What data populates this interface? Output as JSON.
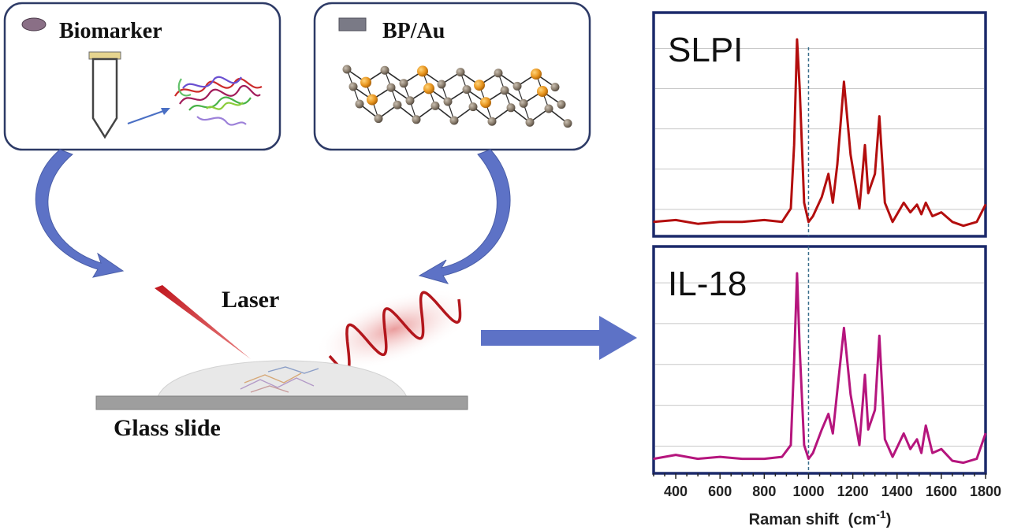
{
  "left_panel": {
    "biomarker_label": "Biomarker",
    "bpau_label": "BP/Au",
    "laser_label": "Laser",
    "slide_label": "Glass slide"
  },
  "chart_data": [
    {
      "type": "line",
      "title": "SLPI",
      "color": "#b30e0e",
      "xlim": [
        300,
        1800
      ],
      "grid": "horizontal",
      "reference_line_x": 1000,
      "x": [
        300,
        400,
        500,
        600,
        700,
        800,
        880,
        920,
        935,
        948,
        960,
        980,
        1000,
        1020,
        1060,
        1090,
        1110,
        1130,
        1160,
        1190,
        1230,
        1255,
        1270,
        1300,
        1320,
        1345,
        1380,
        1430,
        1460,
        1490,
        1510,
        1530,
        1560,
        1600,
        1650,
        1700,
        1760,
        1800
      ],
      "values": [
        0.05,
        0.06,
        0.04,
        0.05,
        0.05,
        0.06,
        0.05,
        0.12,
        0.45,
        1.0,
        0.75,
        0.15,
        0.05,
        0.08,
        0.18,
        0.3,
        0.15,
        0.35,
        0.78,
        0.4,
        0.12,
        0.45,
        0.2,
        0.3,
        0.6,
        0.15,
        0.05,
        0.15,
        0.1,
        0.14,
        0.09,
        0.15,
        0.08,
        0.1,
        0.05,
        0.03,
        0.05,
        0.14
      ]
    },
    {
      "type": "line",
      "title": "IL-18",
      "color": "#b5157d",
      "xlim": [
        300,
        1800
      ],
      "grid": "horizontal",
      "reference_line_x": 1000,
      "x": [
        300,
        400,
        500,
        600,
        700,
        800,
        880,
        920,
        935,
        948,
        960,
        980,
        1000,
        1020,
        1060,
        1090,
        1110,
        1130,
        1160,
        1190,
        1230,
        1255,
        1270,
        1300,
        1320,
        1345,
        1380,
        1430,
        1460,
        1490,
        1510,
        1530,
        1560,
        1600,
        1650,
        1700,
        1760,
        1800
      ],
      "values": [
        0.05,
        0.07,
        0.05,
        0.06,
        0.05,
        0.05,
        0.06,
        0.12,
        0.55,
        1.0,
        0.62,
        0.12,
        0.05,
        0.08,
        0.2,
        0.28,
        0.18,
        0.4,
        0.72,
        0.38,
        0.12,
        0.48,
        0.2,
        0.3,
        0.68,
        0.15,
        0.06,
        0.18,
        0.1,
        0.15,
        0.08,
        0.22,
        0.08,
        0.1,
        0.04,
        0.03,
        0.05,
        0.18
      ]
    }
  ],
  "axis": {
    "ticks": [
      "400",
      "600",
      "800",
      "1000",
      "1200",
      "1400",
      "1600",
      "1800"
    ],
    "xlabel_main": "Raman shift",
    "xlabel_unit_prefix": "(cm",
    "xlabel_unit_exp": "-1",
    "xlabel_unit_suffix": ")"
  }
}
